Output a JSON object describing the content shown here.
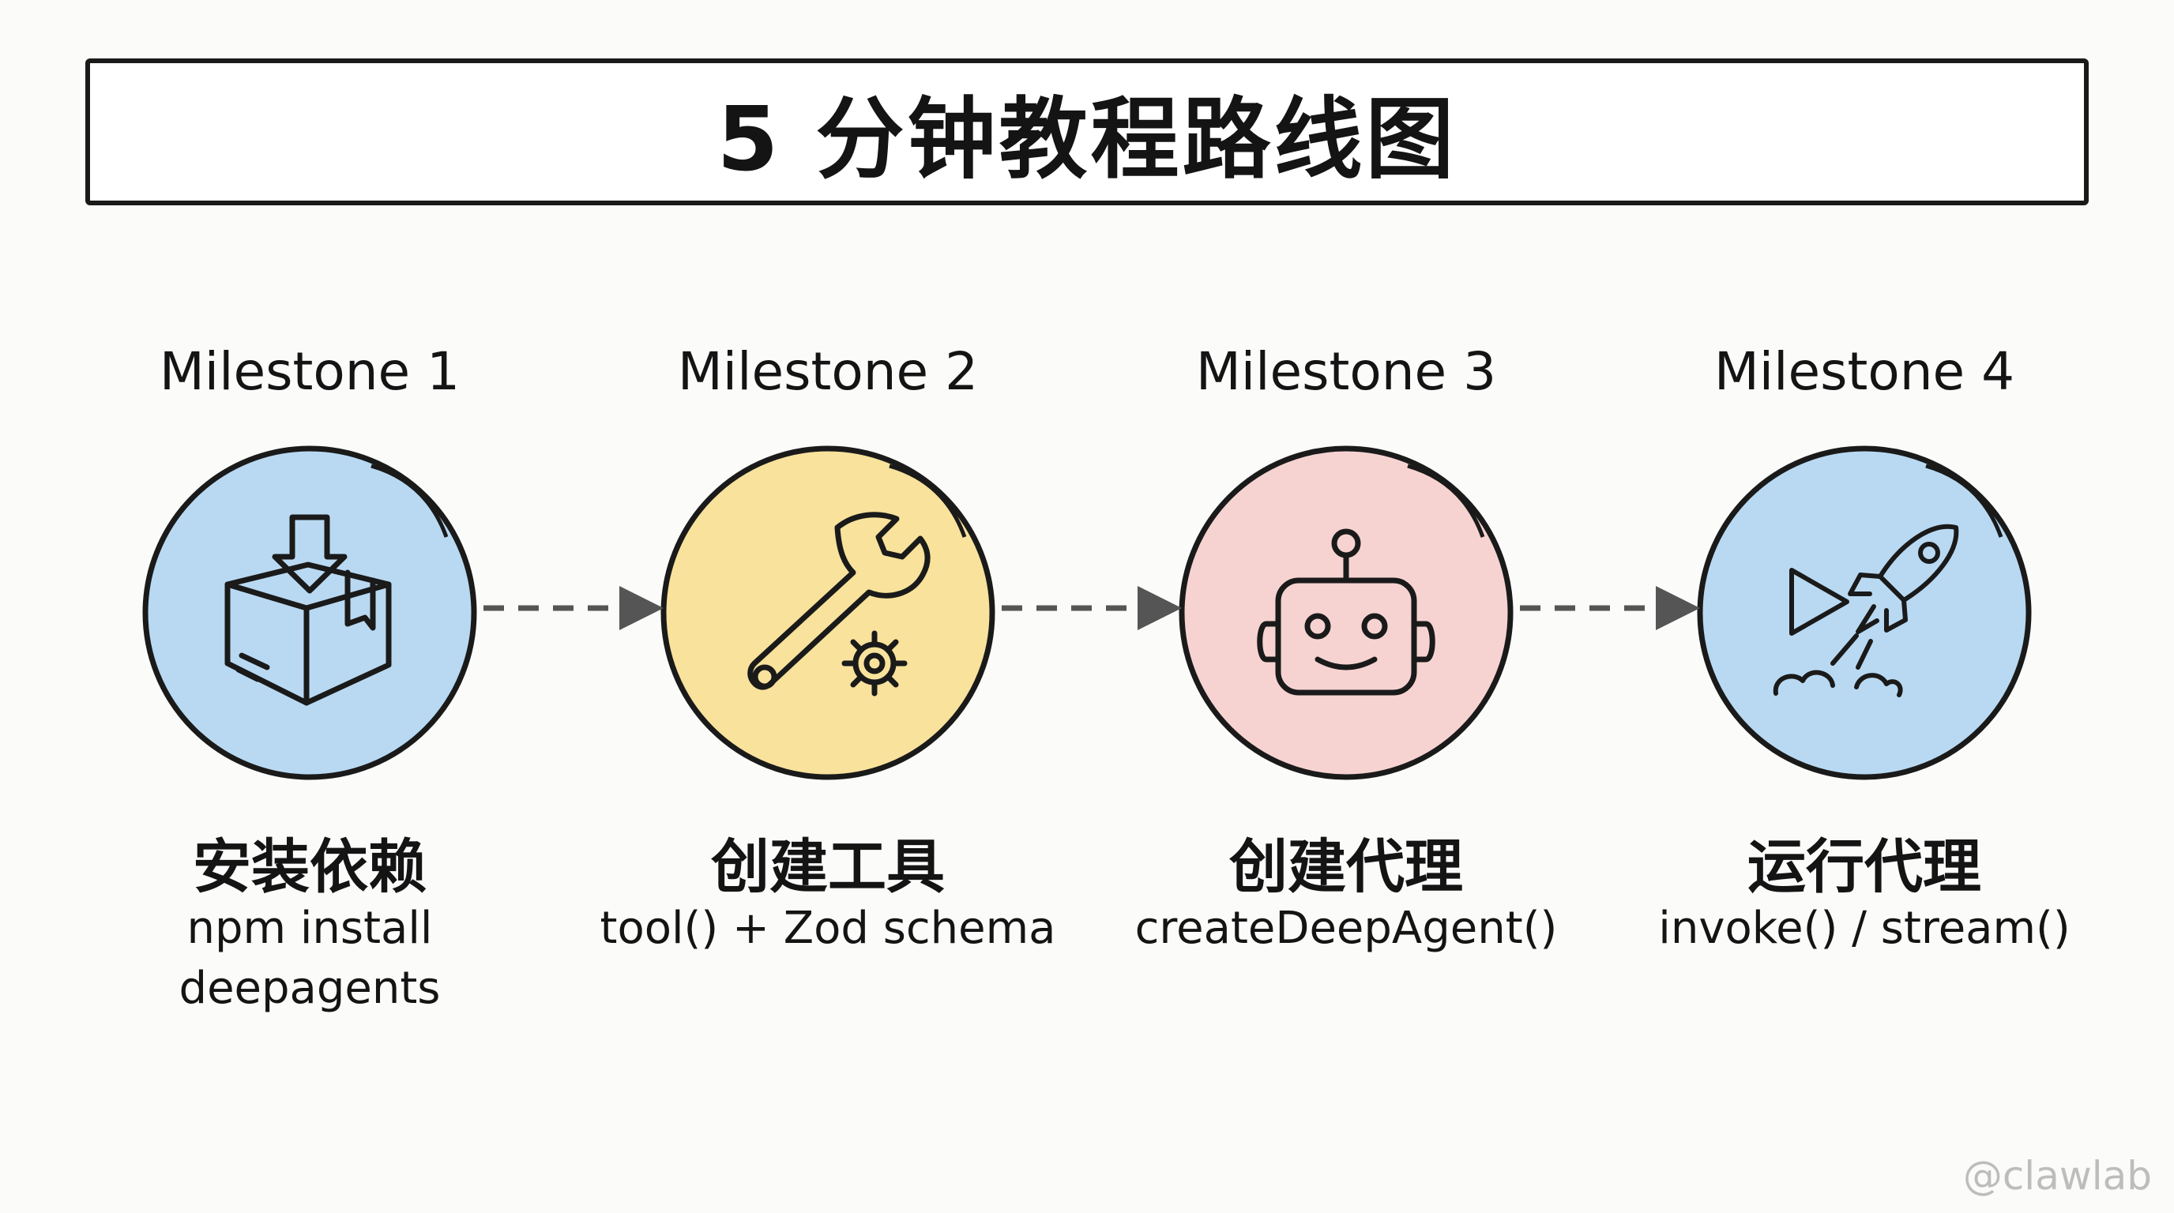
{
  "title": "5 分钟教程路线图",
  "milestones": [
    {
      "label": "Milestone 1",
      "title": "安装依赖",
      "subtitle_lines": [
        "npm install",
        "deepagents"
      ],
      "icon": "package-download-icon",
      "color": "#b9d9f2"
    },
    {
      "label": "Milestone 2",
      "title": "创建工具",
      "subtitle_lines": [
        "tool() + Zod schema"
      ],
      "icon": "wrench-gear-icon",
      "color": "#f8e29c"
    },
    {
      "label": "Milestone 3",
      "title": "创建代理",
      "subtitle_lines": [
        "createDeepAgent()"
      ],
      "icon": "robot-icon",
      "color": "#f6d3d1"
    },
    {
      "label": "Milestone 4",
      "title": "运行代理",
      "subtitle_lines": [
        "invoke() / stream()"
      ],
      "icon": "play-rocket-icon",
      "color": "#b9d9f2"
    }
  ],
  "watermark": "@clawlab",
  "colors": {
    "outline": "#1a1a1a",
    "arrow": "#555555"
  }
}
